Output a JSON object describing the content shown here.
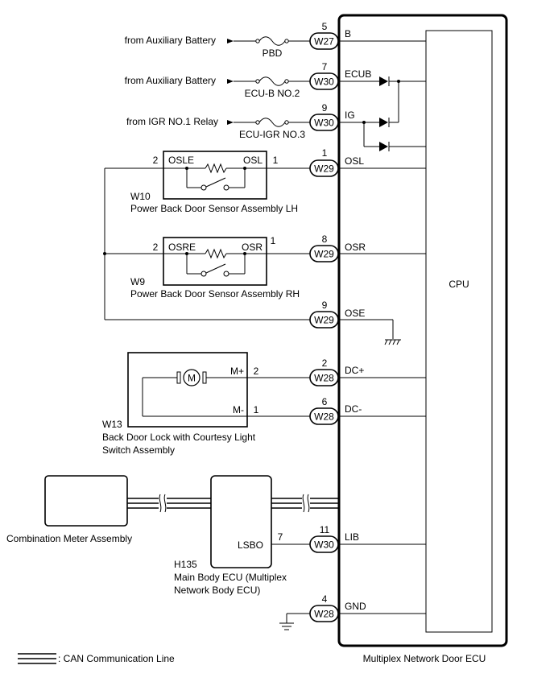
{
  "ecu": {
    "title": "Multiplex Network Door ECU",
    "cpu": "CPU"
  },
  "sources": {
    "aux_battery_1": "from Auxiliary Battery",
    "aux_battery_2": "from Auxiliary Battery",
    "igr_relay": "from IGR NO.1 Relay"
  },
  "fuses": {
    "pbd": "PBD",
    "ecu_b": "ECU-B NO.2",
    "ecu_igr": "ECU-IGR NO.3"
  },
  "connectors": {
    "b": {
      "pin": "5",
      "id": "W27",
      "terminal": "B"
    },
    "ecub": {
      "pin": "7",
      "id": "W30",
      "terminal": "ECUB"
    },
    "ig": {
      "pin": "9",
      "id": "W30",
      "terminal": "IG"
    },
    "osl": {
      "pin": "1",
      "id": "W29",
      "terminal": "OSL"
    },
    "osr": {
      "pin": "8",
      "id": "W29",
      "terminal": "OSR"
    },
    "ose": {
      "pin": "9",
      "id": "W29",
      "terminal": "OSE"
    },
    "dcp": {
      "pin": "2",
      "id": "W28",
      "terminal": "DC+"
    },
    "dcm": {
      "pin": "6",
      "id": "W28",
      "terminal": "DC-"
    },
    "lib": {
      "pin": "11",
      "id": "W30",
      "terminal": "LIB"
    },
    "gnd": {
      "pin": "4",
      "id": "W28",
      "terminal": "GND"
    }
  },
  "sensor_lh": {
    "code": "W10",
    "name": "Power Back Door Sensor Assembly LH",
    "term_left": "OSLE",
    "term_right": "OSL",
    "pin_left": "2",
    "pin_right": "1"
  },
  "sensor_rh": {
    "code": "W9",
    "name": "Power Back Door Sensor Assembly RH",
    "term_left": "OSRE",
    "term_right": "OSR",
    "pin_left": "2",
    "pin_right": "1"
  },
  "door_lock": {
    "code": "W13",
    "name_line1": "Back Door Lock with Courtesy Light",
    "name_line2": "Switch Assembly",
    "motor_symbol": "M",
    "term_plus": "M+",
    "term_minus": "M-",
    "pin_plus": "2",
    "pin_minus": "1"
  },
  "combination_meter": {
    "name": "Combination Meter Assembly"
  },
  "main_body_ecu": {
    "code": "H135",
    "name_line1": "Main Body ECU (Multiplex",
    "name_line2": "Network Body ECU)",
    "terminal": "LSBO",
    "pin": "7"
  },
  "legend": {
    "can_label": ": CAN Communication Line"
  }
}
